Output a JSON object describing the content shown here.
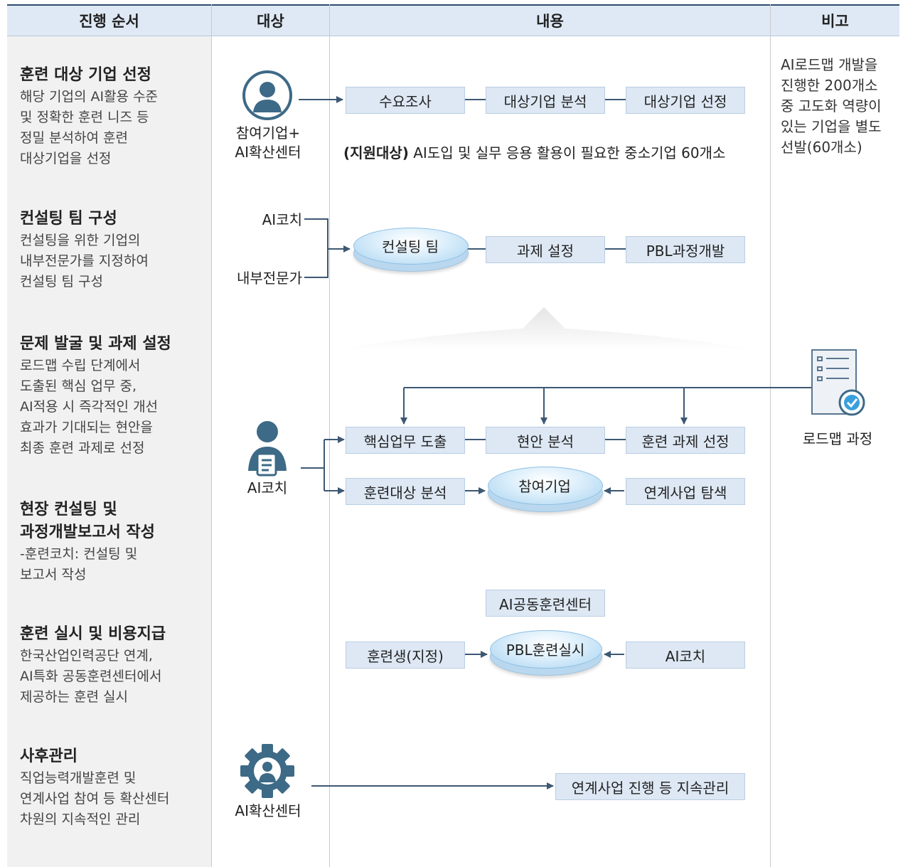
{
  "headers": {
    "step": "진행 순서",
    "target": "대상",
    "content": "내용",
    "remark": "비고"
  },
  "steps": [
    {
      "title": "훈련 대상 기업 선정",
      "desc": "해당 기업의 AI활용 수준\n및 정확한 훈련 니즈 등\n정밀 분석하여 훈련\n대상기업을 선정"
    },
    {
      "title": "컨설팅 팀 구성",
      "desc": "컨설팅을 위한 기업의\n내부전문가를 지정하여\n컨설팅 팀 구성"
    },
    {
      "title": "문제 발굴 및 과제 설정",
      "desc": "로드맵 수립 단계에서\n도출된 핵심 업무 중,\nAI적용 시 즉각적인 개선\n효과가 기대되는 현안을\n최종 훈련 과제로 선정"
    },
    {
      "title": "현장 컨설팅 및\n과정개발보고서 작성",
      "desc": "-훈련코치: 컨설팅 및\n보고서 작성"
    },
    {
      "title": "훈련 실시 및 비용지급",
      "desc": "한국산업인력공단 연계,\nAI특화 공동훈련센터에서\n제공하는 훈련 실시"
    },
    {
      "title": "사후관리",
      "desc": "직업능력개발훈련 및\n연계사업 참여 등 확산센터\n차원의 지속적인 관리"
    }
  ],
  "actors": {
    "participant": "참여기업+\nAI확산센터",
    "coach_top": "AI코치",
    "internal_expert": "내부전문가",
    "coach": "AI코치",
    "center": "AI확산센터"
  },
  "row1": {
    "boxes": [
      "수요조사",
      "대상기업 분석",
      "대상기업 선정"
    ],
    "target_bold": "(지원대상)",
    "target_text": " AI도입 및 실무 응용 활용이 필요한 중소기업 60개소"
  },
  "row2": {
    "disc": "컨설팅 팀",
    "boxes": [
      "과제 설정",
      "PBL과정개발"
    ]
  },
  "row3": {
    "boxes": [
      "핵심업무 도출",
      "현안 분석",
      "훈련 과제 선정"
    ]
  },
  "row4": {
    "left": "훈련대상 분석",
    "disc": "참여기업",
    "right": "연계사업 탐색"
  },
  "row5": {
    "center_box": "AI공동훈련센터",
    "left": "훈련생(지정)",
    "disc": "PBL훈련실시",
    "right": "AI코치"
  },
  "row6": {
    "box": "연계사업 진행 등 지속관리"
  },
  "remark": {
    "note": "AI로드맵 개발을\n진행한 200개소\n중 고도화 역량이\n있는 기업을 별도\n선발(60개소)",
    "roadmap_label": "로드맵 과정"
  },
  "colors": {
    "header_bg": "#dfe9f5",
    "box_bg": "#dde8f4",
    "arrow": "#3d5873",
    "icon": "#3d6a86"
  }
}
